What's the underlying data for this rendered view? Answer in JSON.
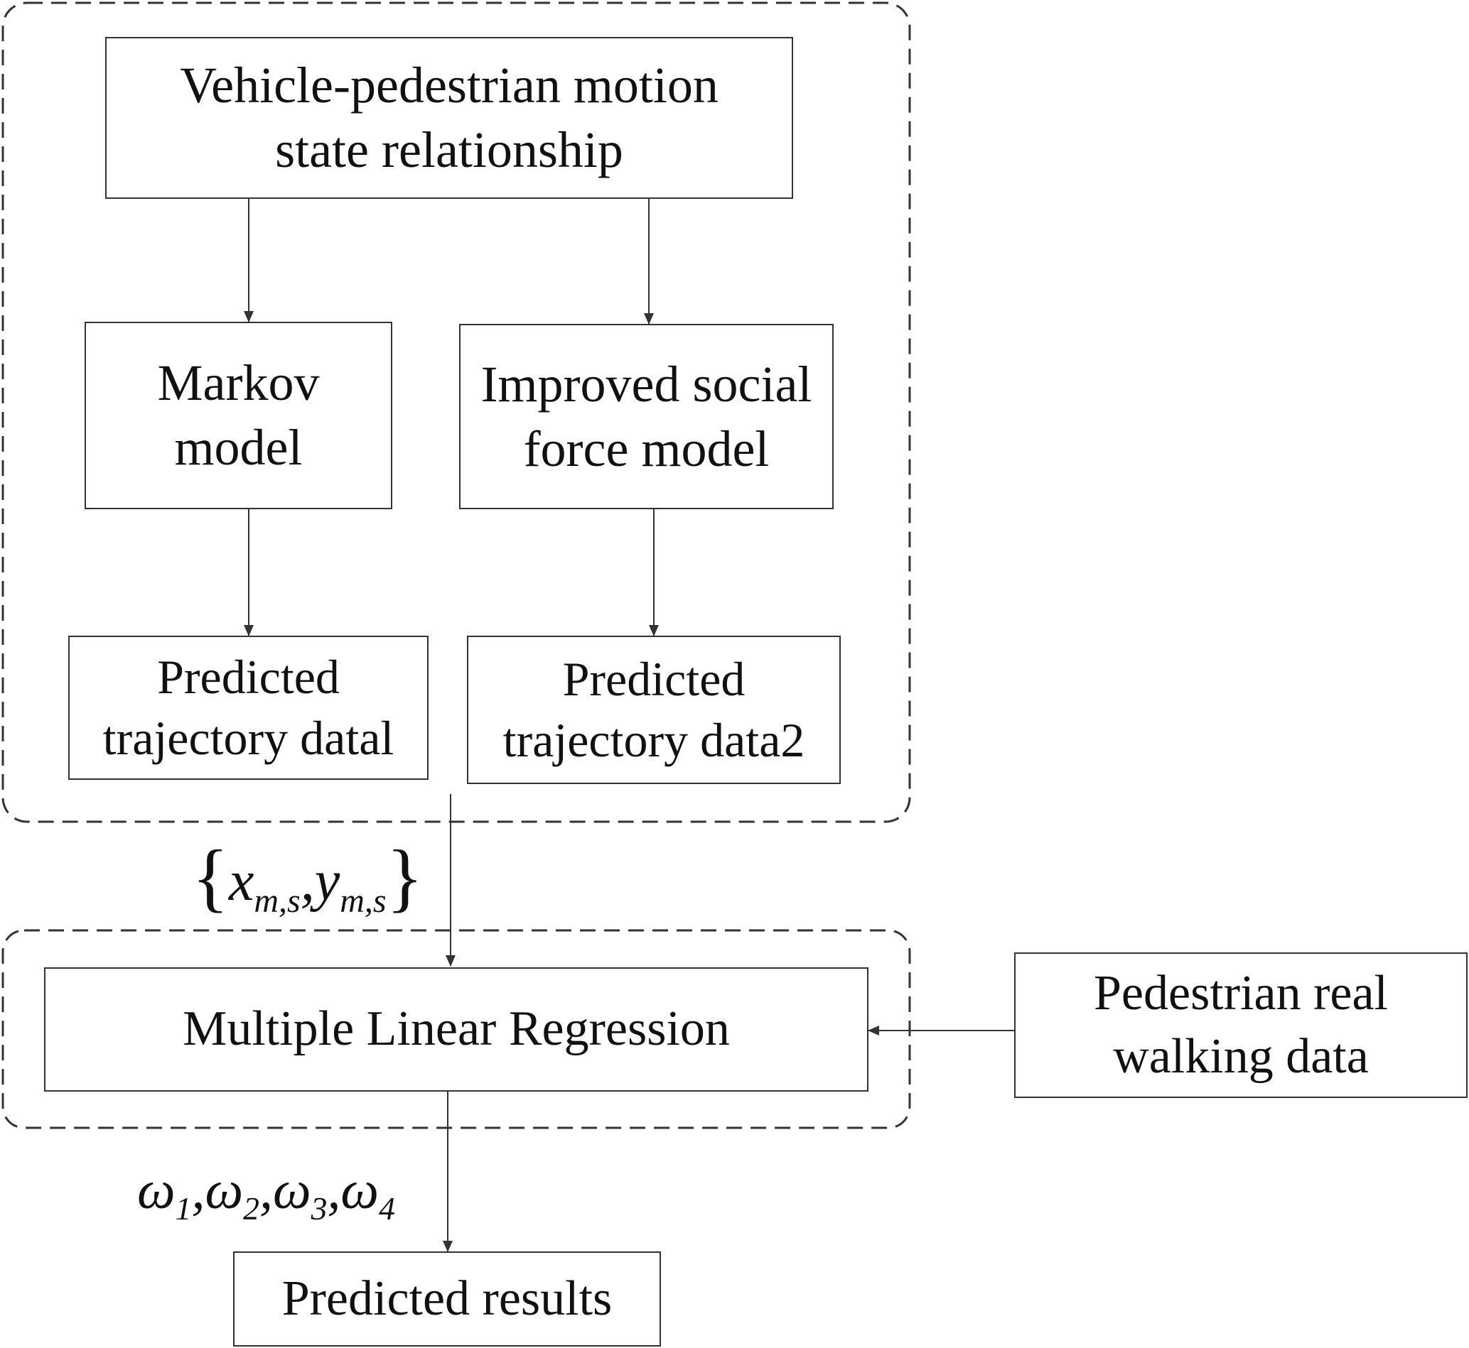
{
  "nodes": {
    "motion_state": {
      "lines": [
        "Vehicle-pedestrian motion",
        "state relationship"
      ]
    },
    "markov": {
      "lines": [
        "Markov",
        "model"
      ]
    },
    "social_force": {
      "lines": [
        "Improved social",
        "force model"
      ]
    },
    "traj1": {
      "lines": [
        "Predicted",
        "trajectory datal"
      ]
    },
    "traj2": {
      "lines": [
        "Predicted",
        "trajectory data2"
      ]
    },
    "mlr": {
      "lines": [
        "Multiple Linear Regression"
      ]
    },
    "real_data": {
      "lines": [
        "Pedestrian real",
        "walking data"
      ]
    },
    "results": {
      "lines": [
        "Predicted results"
      ]
    }
  },
  "labels": {
    "set": {
      "open": "{",
      "x": "x",
      "x_sub": "m,s",
      "sep": ",",
      "y": "y",
      "y_sub": "m,s",
      "close": "}"
    },
    "weights": {
      "w1": "ω",
      "s1": "1",
      "w2": "ω",
      "s2": "2",
      "w3": "ω",
      "s3": "3",
      "w4": "ω",
      "s4": "4",
      "sep": ","
    }
  },
  "edges": [
    {
      "from": "motion_state",
      "to": "markov"
    },
    {
      "from": "motion_state",
      "to": "social_force"
    },
    {
      "from": "markov",
      "to": "traj1"
    },
    {
      "from": "social_force",
      "to": "traj2"
    },
    {
      "from": "prediction_group",
      "to": "mlr"
    },
    {
      "from": "real_data",
      "to": "mlr"
    },
    {
      "from": "mlr",
      "to": "results"
    }
  ],
  "groups": [
    {
      "id": "prediction_group",
      "contains": [
        "motion_state",
        "markov",
        "social_force",
        "traj1",
        "traj2"
      ]
    },
    {
      "id": "regression_group",
      "contains": [
        "mlr"
      ]
    }
  ],
  "colors": {
    "stroke": "#333333",
    "text": "#111111",
    "background": "#ffffff"
  }
}
